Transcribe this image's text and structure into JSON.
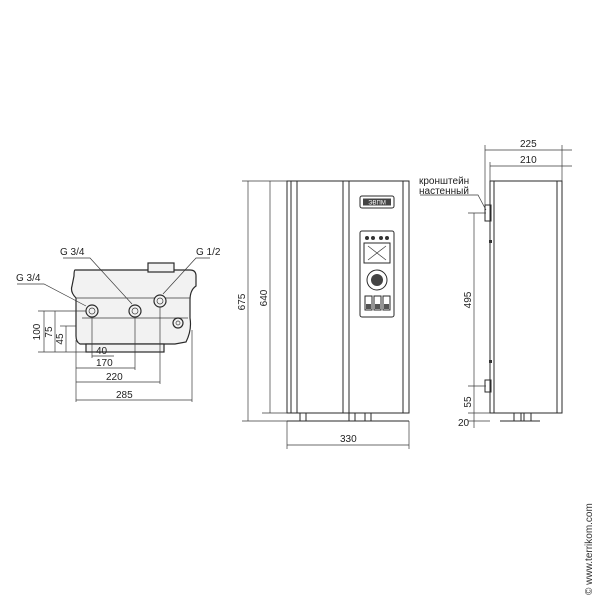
{
  "labels": {
    "g34_top": "G 3/4",
    "g34_left": "G 3/4",
    "g12": "G 1/2",
    "bracket_line1": "кронштейн",
    "bracket_line2": "настенный",
    "logo": "ЭВПМ"
  },
  "dims": {
    "d100": "100",
    "d75": "75",
    "d45": "45",
    "d40": "40",
    "d170": "170",
    "d220": "220",
    "d285": "285",
    "d675": "675",
    "d640": "640",
    "d330": "330",
    "d225": "225",
    "d210": "210",
    "d495": "495",
    "d55": "55",
    "d20": "20"
  },
  "watermark": "© www.terrikom.com"
}
